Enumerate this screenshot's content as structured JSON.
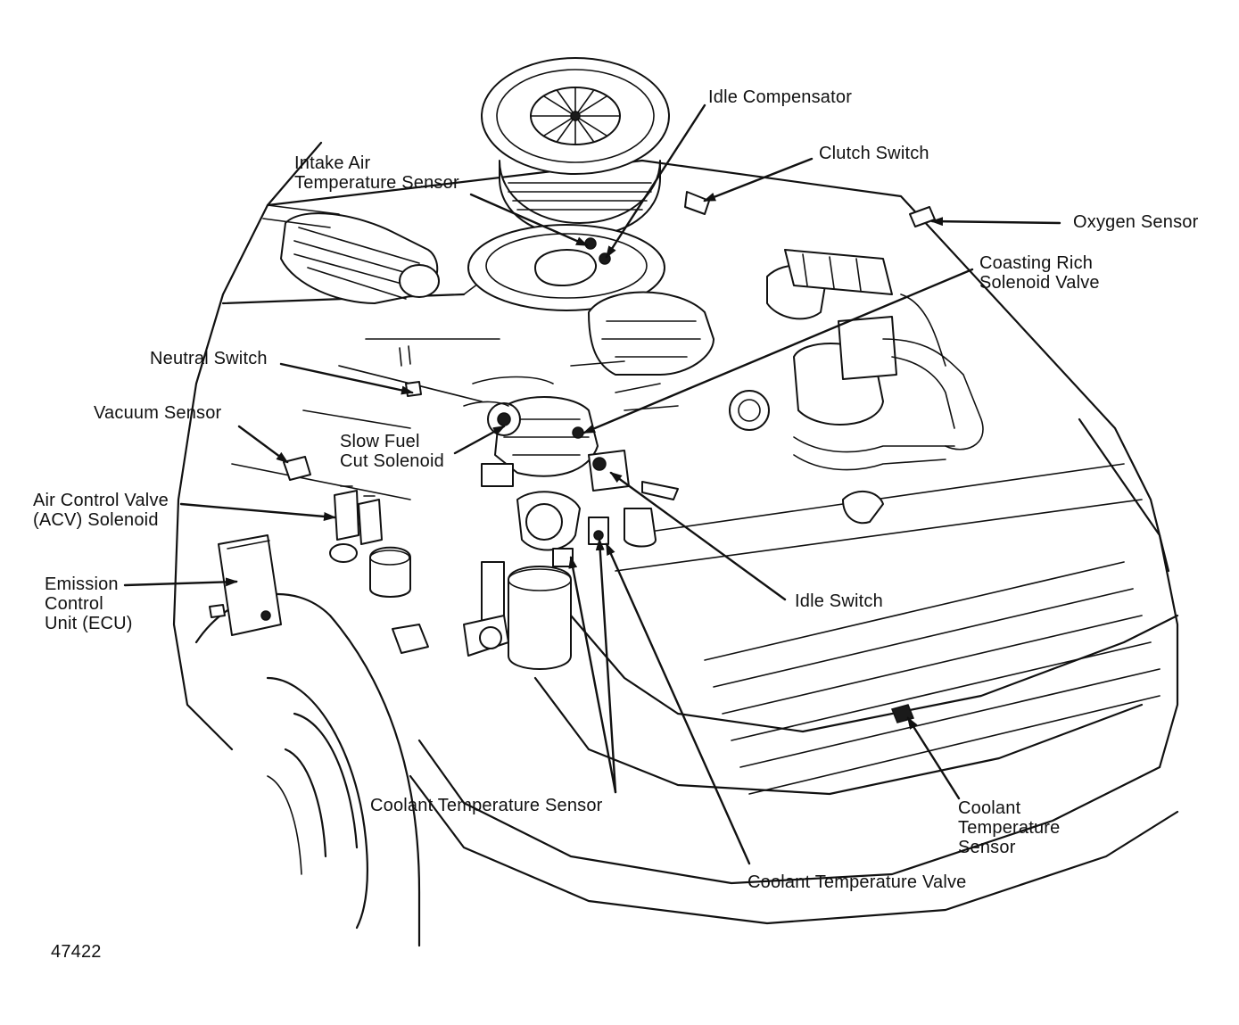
{
  "labels": {
    "idle_compensator": "Idle Compensator",
    "clutch_switch": "Clutch Switch",
    "intake_air_temperature_sensor": "Intake Air\nTemperature Sensor",
    "oxygen_sensor": "Oxygen Sensor",
    "coasting_rich_solenoid_valve": "Coasting Rich\nSolenoid Valve",
    "neutral_switch": "Neutral Switch",
    "vacuum_sensor": "Vacuum Sensor",
    "slow_fuel_cut_solenoid": "Slow Fuel\nCut Solenoid",
    "air_control_valve_solenoid": "Air Control Valve\n(ACV) Solenoid",
    "emission_control_unit": "Emission\nControl\nUnit (ECU)",
    "idle_switch": "Idle Switch",
    "coolant_temperature_sensor_center": "Coolant Temperature Sensor",
    "coolant_temperature_sensor_right": "Coolant\nTemperature\nSensor",
    "coolant_temperature_valve": "Coolant Temperature Valve"
  },
  "figure_number": "47422",
  "colors": {
    "ink": "#111111",
    "paper": "#ffffff"
  }
}
